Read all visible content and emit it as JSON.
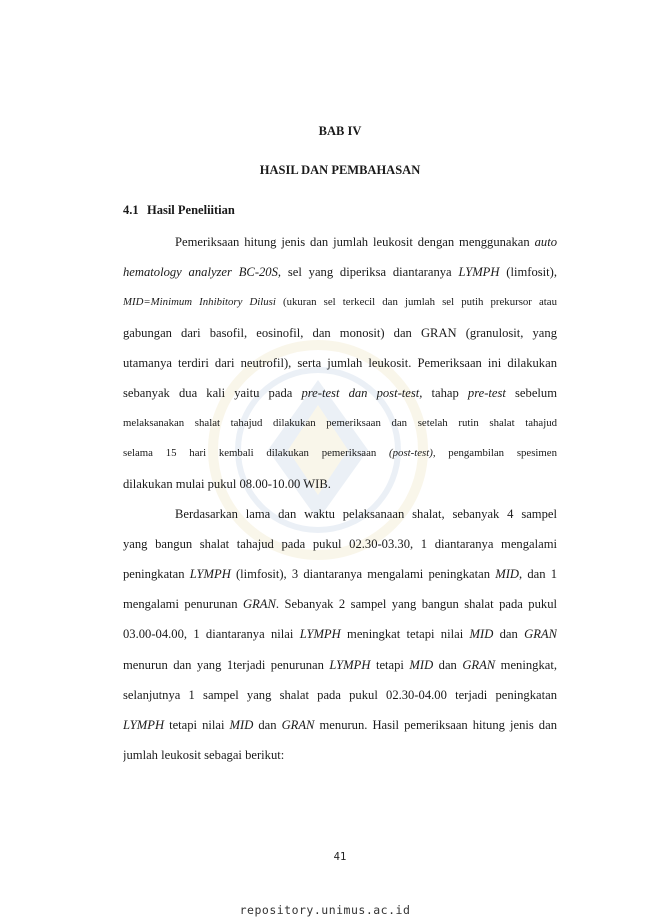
{
  "document": {
    "chapter": "BAB IV",
    "chapter_title": "HASIL DAN PEMBAHASAN",
    "section": {
      "number": "4.1",
      "title": "Hasil Peneliitian"
    },
    "lines": [
      [
        "Pemeriksaan hitung jenis dan jumlah leukosit dengan menggunakan ",
        "auto"
      ],
      [
        "hematology analyzer BC-20S,",
        " sel yang diperiksa diantaranya ",
        "LYMPH",
        " (limfosit),"
      ],
      [
        "MID=Minimum Inhibitory Dilusi",
        " (ukuran sel terkecil dan jumlah sel putih prekursor atau"
      ],
      [
        "gabungan dari basofil, eosinofil, dan monosit) dan GRAN (granulosit, yang"
      ],
      [
        "utamanya terdiri dari neutrofil), serta jumlah leukosit. Pemeriksaan ini dilakukan"
      ],
      [
        "sebanyak dua kali yaitu pada ",
        "pre-test dan post-test,",
        " tahap ",
        "pre-test",
        " sebelum"
      ],
      [
        "melaksanakan shalat tahajud dilakukan pemeriksaan dan setelah rutin shalat  tahajud"
      ],
      [
        "selama 15 hari kembali dilakukan pemeriksaan ",
        "(post-test),",
        " pengambilan spesimen"
      ],
      [
        "dilakukan mulai pukul 08.00-10.00 WIB."
      ],
      [
        "Berdasarkan lama dan waktu pelaksanaan shalat, sebanyak 4 sampel"
      ],
      [
        "yang bangun shalat tahajud pada pukul 02.30-03.30, 1 diantaranya mengalami"
      ],
      [
        "peningkatan ",
        "LYMPH",
        " (limfosit), 3 diantaranya mengalami peningkatan ",
        "MID",
        ", dan 1"
      ],
      [
        "mengalami penurunan ",
        "GRAN",
        ". Sebanyak 2 sampel yang bangun shalat pada pukul"
      ],
      [
        "03.00-04.00, 1 diantaranya nilai ",
        "LYMPH",
        " meningkat tetapi nilai ",
        "MID",
        " dan ",
        "GRAN"
      ],
      [
        "menurun dan yang 1terjadi penurunan ",
        "LYMPH",
        " tetapi ",
        "MID",
        " dan ",
        "GRAN",
        " meningkat,"
      ],
      [
        "selanjutnya 1 sampel yang shalat pada pukul 02.30-04.00 terjadi peningkatan"
      ],
      [
        "LYMPH",
        " tetapi nilai ",
        "MID",
        " dan ",
        "GRAN",
        " menurun. Hasil pemeriksaan hitung jenis dan"
      ],
      [
        "jumlah leukosit sebagai berikut:"
      ]
    ],
    "page_number": "41",
    "footer": "repository.unimus.ac.id"
  }
}
